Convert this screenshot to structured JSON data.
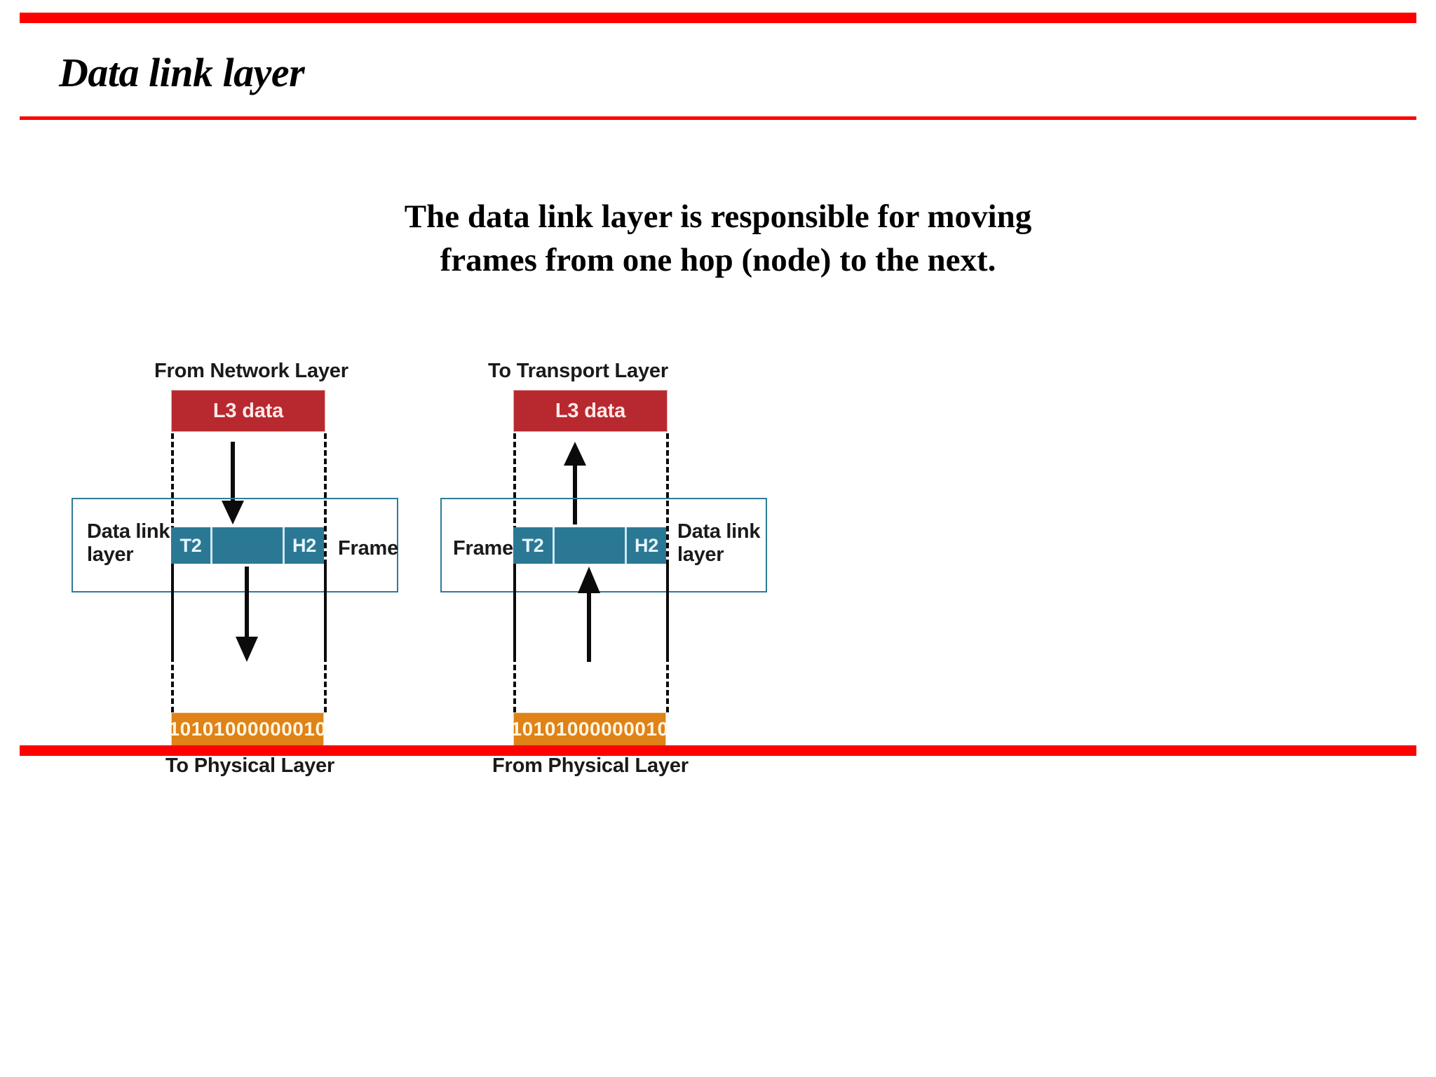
{
  "slide": {
    "title": "Data link layer",
    "subtitle_line1": "The data link layer is responsible for moving",
    "subtitle_line2": "frames from one hop (node) to the next.",
    "accent_red": "#fe0000"
  },
  "colors": {
    "l3_block": "#b8292f",
    "frame_teal": "#2b7895",
    "bits_orange": "#df8218",
    "box_outline": "#2e7b96",
    "text": "#1a1a1a"
  },
  "diagram": {
    "left": {
      "top_caption": "From Network Layer",
      "l3_label": "L3 data",
      "layer_label_line1": "Data link",
      "layer_label_line2": "layer",
      "frame_segments": {
        "tail": "T2",
        "middle": "",
        "head": "H2"
      },
      "frame_word": "Frame",
      "bits": "10101000000010",
      "bottom_caption": "To Physical Layer",
      "flow_direction": "down"
    },
    "right": {
      "top_caption": "To Transport Layer",
      "l3_label": "L3 data",
      "layer_label_line1": "Data link",
      "layer_label_line2": "layer",
      "frame_segments": {
        "tail": "T2",
        "middle": "",
        "head": "H2"
      },
      "frame_word": "Frame",
      "bits": "10101000000010",
      "bottom_caption": "From Physical Layer",
      "flow_direction": "up"
    }
  }
}
